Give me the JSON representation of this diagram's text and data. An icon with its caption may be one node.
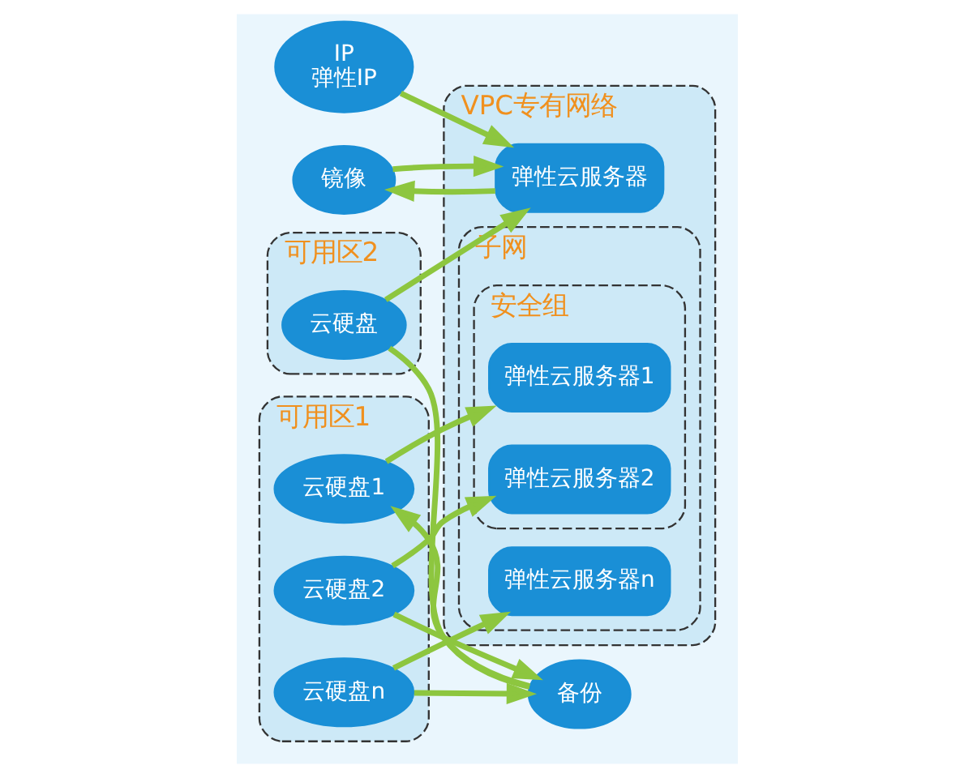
{
  "diagram": {
    "nodes": [
      {
        "text": [
          "IP",
          "弹性IP"
        ]
      },
      {
        "text": [
          "可用区2"
        ]
      },
      {
        "text": [
          "VPC专有网络"
        ]
      },
      {
        "text": [
          "弹性云服务器"
        ],
        "in": 2
      },
      {
        "text": [
          "云硬盘"
        ],
        "in": 1
      },
      {
        "text": [
          "可用区1"
        ]
      },
      {
        "text": [
          "子网"
        ],
        "in": 2
      },
      {
        "text": [
          "安全组"
        ],
        "in": 6
      },
      {
        "text": [
          "弹性云服务器1"
        ],
        "in": 7
      },
      {
        "text": [
          "弹性云服务器2"
        ],
        "in": 7
      },
      {
        "text": [
          "弹性云服务器n"
        ],
        "in": 6
      },
      {
        "text": [
          "云硬盘1"
        ],
        "in": 5
      },
      {
        "text": [
          "云硬盘2"
        ],
        "in": 5
      },
      {
        "text": [
          "云硬盘n"
        ],
        "in": 5
      },
      {
        "text": [
          "备份"
        ]
      },
      {
        "text": [
          "镜像"
        ]
      }
    ],
    "edges": [
      {
        "from": 0,
        "to": 3,
        "arrow": "to"
      },
      {
        "from": 3,
        "to": 15,
        "arrow": "to"
      },
      {
        "from": 15,
        "to": 3,
        "arrow": "to"
      },
      {
        "from": 4,
        "to": 3,
        "arrow": "to"
      },
      {
        "from": 4,
        "to": 14,
        "arrow": "none"
      },
      {
        "from": 14,
        "to": 11,
        "arrow": "to"
      },
      {
        "from": 11,
        "to": 8,
        "arrow": "to"
      },
      {
        "from": 12,
        "to": 9,
        "arrow": "to"
      },
      {
        "from": 12,
        "to": 14,
        "arrow": "to"
      },
      {
        "from": 13,
        "to": 10,
        "arrow": "to"
      },
      {
        "from": 13,
        "to": 14,
        "arrow": "to"
      }
    ]
  }
}
